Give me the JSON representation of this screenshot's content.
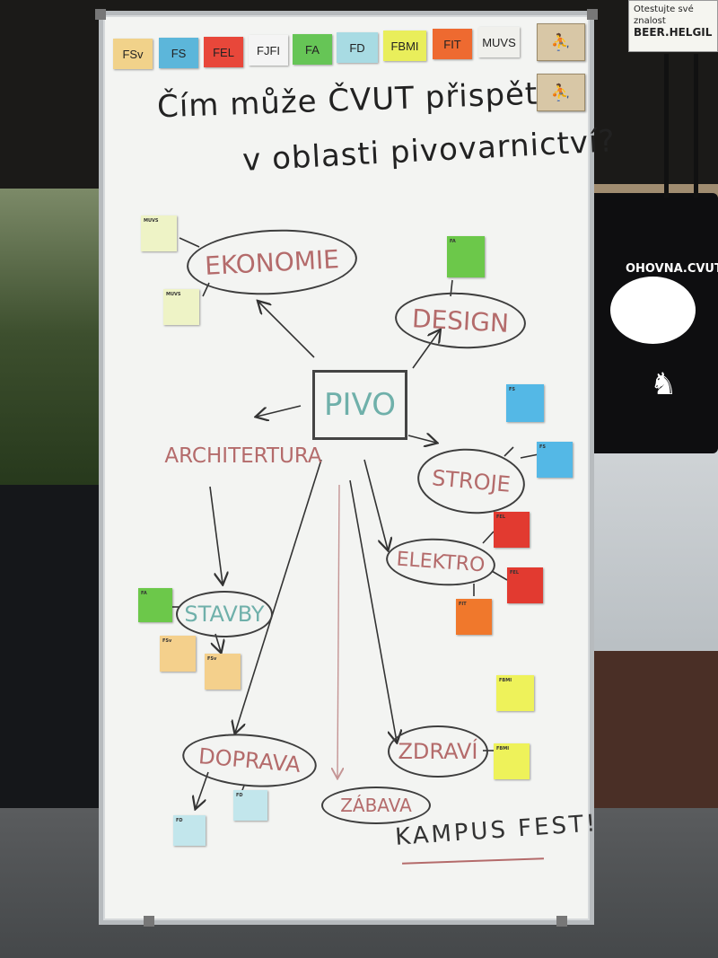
{
  "faculty_tags": [
    {
      "label": "FSv",
      "color": "#f1d28a"
    },
    {
      "label": "FS",
      "color": "#5cb6da"
    },
    {
      "label": "FEL",
      "color": "#e8473a"
    },
    {
      "label": "FJFI",
      "color": "#f4f4f4"
    },
    {
      "label": "FA",
      "color": "#66c556"
    },
    {
      "label": "FD",
      "color": "#a8dbe3"
    },
    {
      "label": "FBMI",
      "color": "#e9ee5b"
    },
    {
      "label": "FIT",
      "color": "#ee6a30"
    },
    {
      "label": "MUVS",
      "color": "#f0f0ec"
    }
  ],
  "title": {
    "line1": "Čím může ČVUT přispět",
    "line2": "v oblasti pivovarnictví?"
  },
  "center_node": "PIVO",
  "nodes": {
    "ekonomie": "EKONOMIE",
    "design": "DESIGN",
    "architektura": "ARCHITERTURA",
    "stroje": "STROJE",
    "elektro": "ELEKTRO",
    "stavby": "STAVBY",
    "doprava": "DOPRAVA",
    "zdravi": "ZDRAVÍ",
    "zabava": "ZÁBAVA"
  },
  "sticky_notes": [
    {
      "id": "muvs-1",
      "label": "MUVS",
      "color": "#eef3c6"
    },
    {
      "id": "muvs-2",
      "label": "MUVS",
      "color": "#eef3c6"
    },
    {
      "id": "fa-1",
      "label": "FA",
      "color": "#6cc84a"
    },
    {
      "id": "fs-1",
      "label": "FS",
      "color": "#54b8e6"
    },
    {
      "id": "fs-2",
      "label": "FS",
      "color": "#54b8e6"
    },
    {
      "id": "fel-1",
      "label": "FEL",
      "color": "#e23a30"
    },
    {
      "id": "fel-2",
      "label": "FEL",
      "color": "#e23a30"
    },
    {
      "id": "fit-1",
      "label": "FIT",
      "color": "#f0782c"
    },
    {
      "id": "fa-2",
      "label": "FA",
      "color": "#6cc84a"
    },
    {
      "id": "fsv-1",
      "label": "FSv",
      "color": "#f4d08c"
    },
    {
      "id": "fsv-2",
      "label": "FSv",
      "color": "#f4d08c"
    },
    {
      "id": "fbmi-1",
      "label": "FBMI",
      "color": "#eef25a"
    },
    {
      "id": "fbmi-2",
      "label": "FBMI",
      "color": "#eef25a"
    },
    {
      "id": "fd-1",
      "label": "FD",
      "color": "#c2e6ec"
    },
    {
      "id": "fd-2",
      "label": "FD",
      "color": "#c2e6ec"
    }
  ],
  "kampus_fest": "KAMPUS FEST!",
  "sign": {
    "line1": "Otestujte své znalost",
    "line2": "BEER.HELGIL"
  },
  "bag_text": "OHOVNA.CVUT.CZ"
}
